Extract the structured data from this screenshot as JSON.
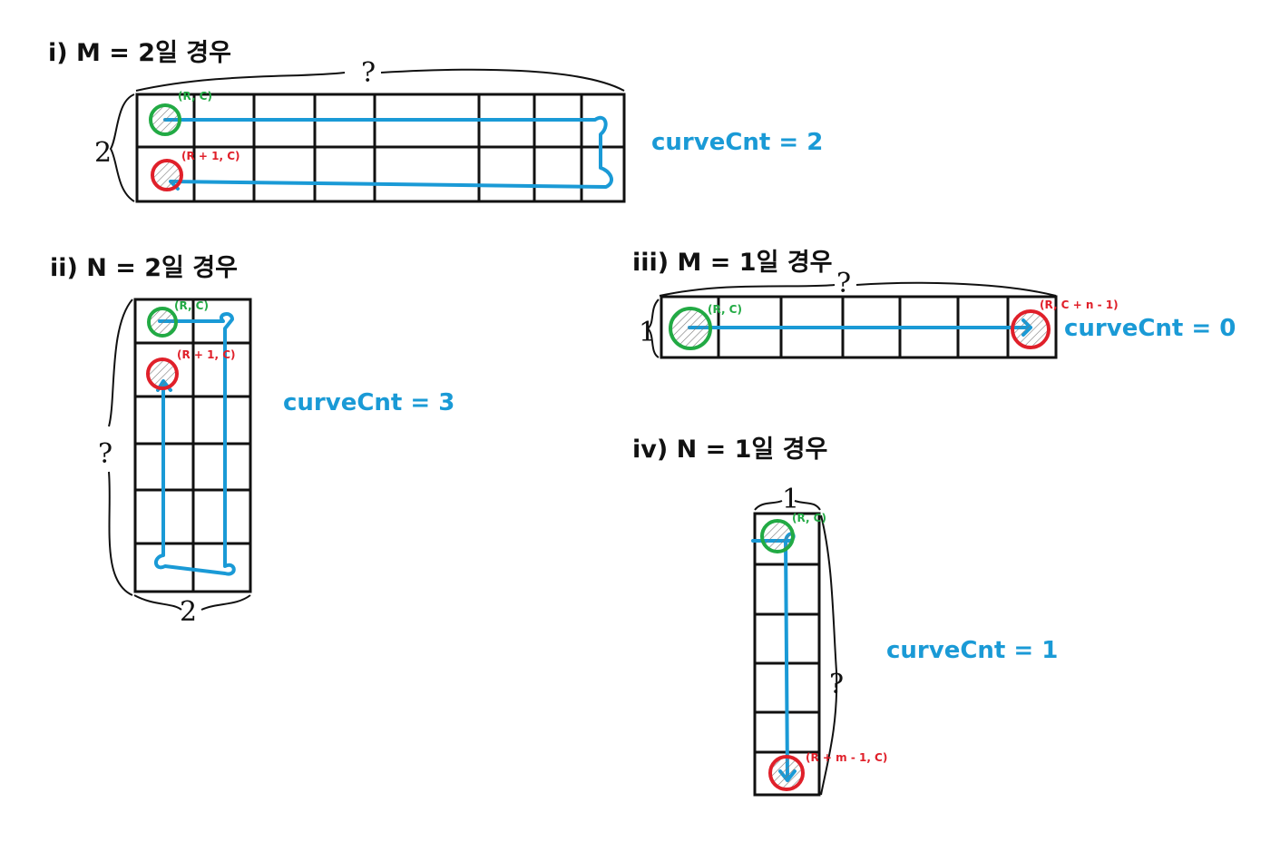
{
  "sections": {
    "case1": {
      "title": "i) M = 2일 경우",
      "curve_cnt": "curveCnt = 2",
      "start_label": "(R, C)",
      "end_label": "(R + 1, C)",
      "width_mark": "?",
      "height_mark": "2"
    },
    "case2": {
      "title": "ii) N = 2일 경우",
      "curve_cnt": "curveCnt = 3",
      "start_label": "(R, C)",
      "end_label": "(R + 1, C)",
      "width_mark": "2",
      "height_mark": "?"
    },
    "case3": {
      "title": "iii) M = 1일 경우",
      "curve_cnt": "curveCnt = 0",
      "start_label": "(R, C)",
      "end_label": "(R, C + n - 1)",
      "width_mark": "?",
      "height_mark": "1"
    },
    "case4": {
      "title": "iv) N = 1일 경우",
      "curve_cnt": "curveCnt = 1",
      "start_label": "(R, C)",
      "end_label": "(R + m - 1, C)",
      "width_mark": "1",
      "height_mark": "?"
    }
  },
  "colors": {
    "start": "#22aa44",
    "end": "#e0202a",
    "path": "#1a9ad6",
    "grid": "#111111"
  }
}
